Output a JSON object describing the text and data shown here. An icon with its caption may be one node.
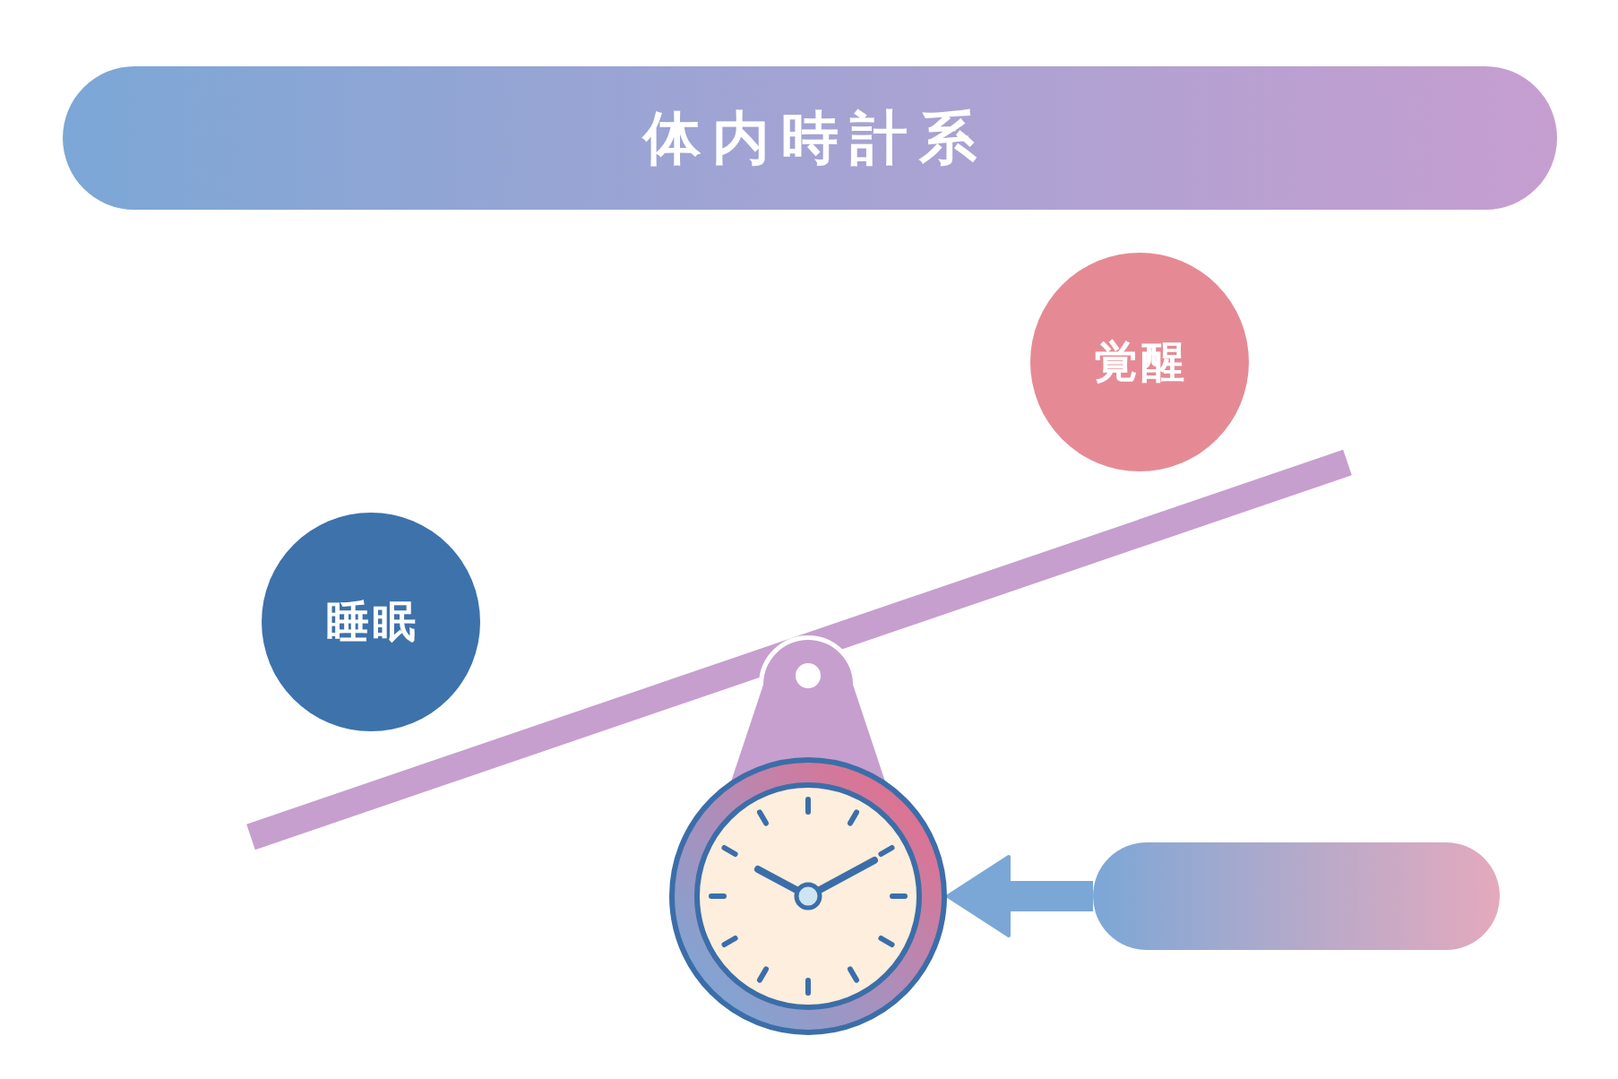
{
  "diagram": {
    "title": "体内時計系",
    "nodes": [
      {
        "text": [
          "覚醒"
        ]
      },
      {
        "text": [
          "睡眠"
        ]
      },
      {
        "text": [],
        "shape": "picture"
      },
      {
        "text": [],
        "shape": "box"
      }
    ],
    "edges": [
      {
        "from": 3,
        "to": 2,
        "arrow": "to"
      }
    ]
  }
}
